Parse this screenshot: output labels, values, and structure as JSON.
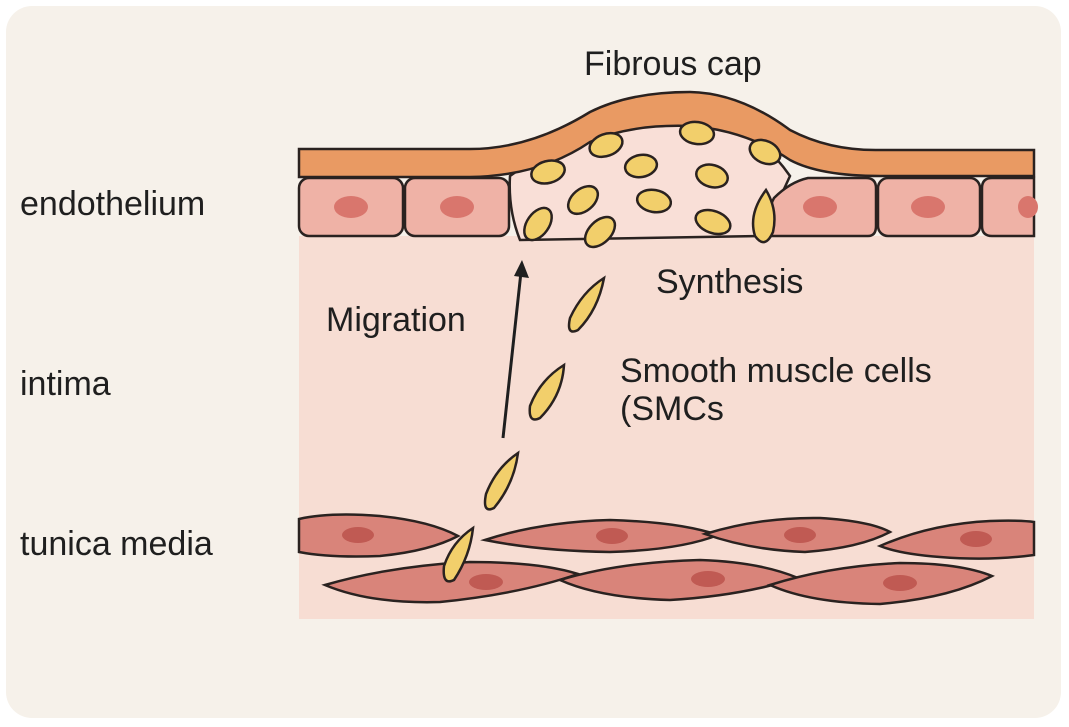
{
  "layers": {
    "endothelium": "endothelium",
    "intima": "intima",
    "tunica_media": "tunica media"
  },
  "annotations": {
    "fibrous_cap": "Fibrous cap",
    "migration": "Migration",
    "synthesis": "Synthesis",
    "smc": "Smooth muscle cells (SMCs"
  },
  "colors": {
    "background": "#f6f1ea",
    "intima": "#f7ddd3",
    "endothelial_cell": "#efb2a6",
    "nucleus": "#d9766d",
    "fibrous_cap": "#e99a63",
    "smc_migrating": "#f2cf6b",
    "media_cell": "#d9847a",
    "outline": "#2a2220"
  }
}
